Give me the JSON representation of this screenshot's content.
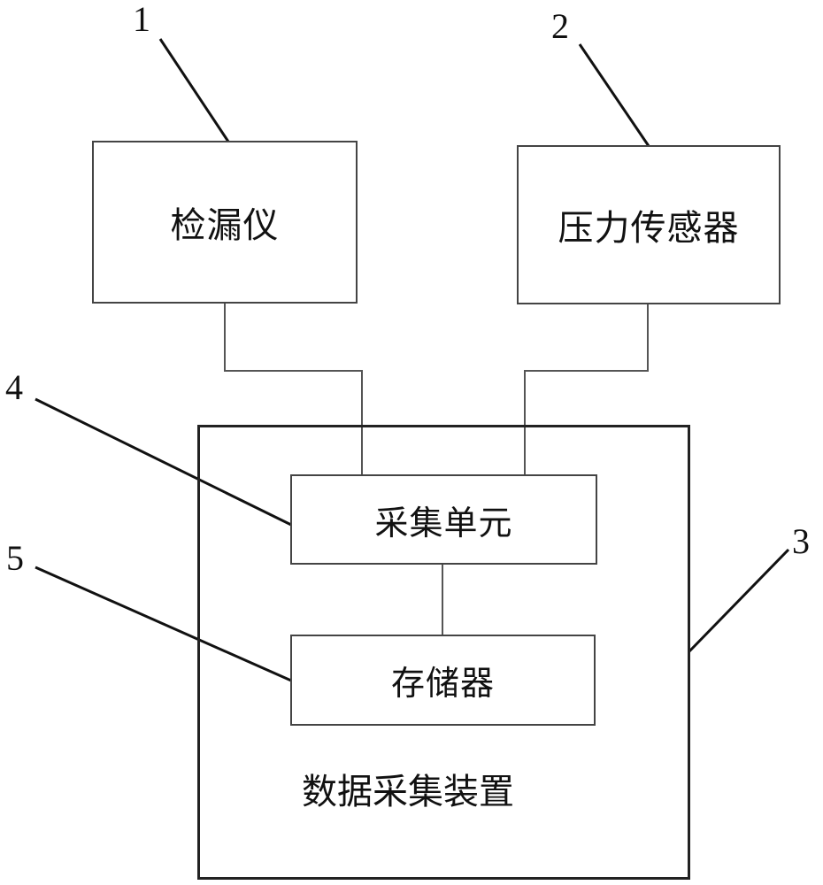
{
  "diagram": {
    "blocks": {
      "leak_detector": {
        "ref": "1",
        "label": "检漏仪"
      },
      "pressure_sensor": {
        "ref": "2",
        "label": "压力传感器"
      },
      "data_acquisition_device": {
        "ref": "3",
        "label": "数据采集装置"
      },
      "acquisition_unit": {
        "ref": "4",
        "label": "采集单元"
      },
      "memory": {
        "ref": "5",
        "label": "存储器"
      }
    },
    "connections": [
      {
        "from": "检漏仪",
        "to": "采集单元"
      },
      {
        "from": "压力传感器",
        "to": "采集单元"
      },
      {
        "from": "采集单元",
        "to": "存储器"
      }
    ],
    "colors": {
      "line": "#444444",
      "leader": "#111111",
      "background": "#ffffff"
    }
  }
}
